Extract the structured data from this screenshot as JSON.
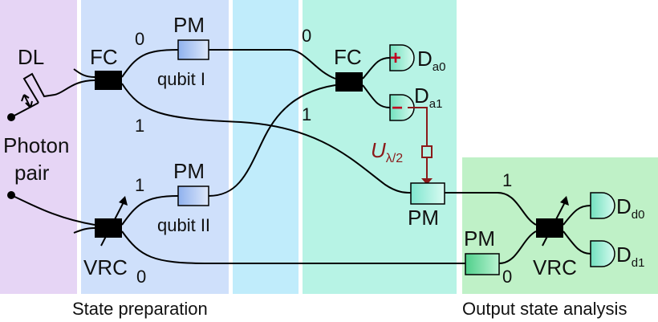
{
  "sections": {
    "state_preparation_label": "State preparation",
    "output_analysis_label": "Output state analysis"
  },
  "source": {
    "dl_label": "DL",
    "photon_line1": "Photon",
    "photon_line2": "pair"
  },
  "couplers": {
    "fc_label": "FC",
    "vrc_label": "VRC"
  },
  "modulators": {
    "pm_label": "PM",
    "qubit1_label": "qubit I",
    "qubit2_label": "qubit II"
  },
  "ports": {
    "zero": "0",
    "one": "1"
  },
  "detectors": {
    "main": "D",
    "a0_sub": "a0",
    "a1_sub": "a1",
    "d0_sub": "d0",
    "d1_sub": "d1",
    "plus": "+",
    "minus": "−"
  },
  "feedforward": {
    "main": "U",
    "sub": "λ/2"
  },
  "colors": {
    "source_band": "#e6d5f5",
    "prep_band": "#cfe0fb",
    "cyan_band": "#c0ecfb",
    "mint_band": "#b7f3e5",
    "analysis_band": "#bff1c7",
    "pm_blue": "#b7cdf2",
    "pm_cyan": "#aef0e0",
    "pm_green": "#7fe2ad",
    "detector": "#a6ecd2",
    "feedforward": "#8b1a1a"
  }
}
